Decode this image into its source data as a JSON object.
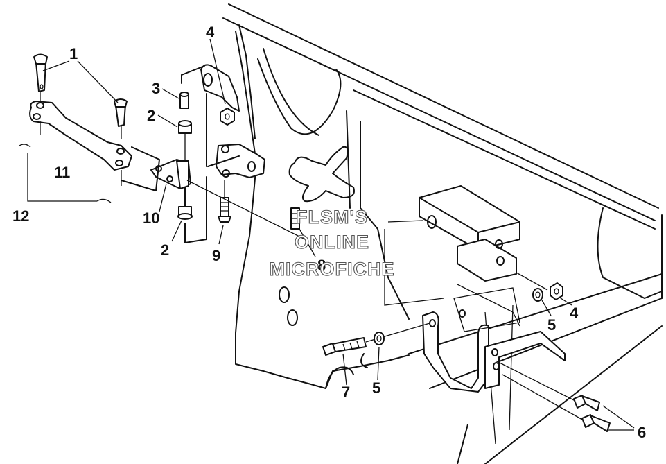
{
  "callouts": {
    "c1": "1",
    "c2a": "2",
    "c2b": "2",
    "c3": "3",
    "c4a": "4",
    "c4b": "4",
    "c5a": "5",
    "c5b": "5",
    "c6": "6",
    "c7": "7",
    "c8": "8",
    "c9": "9",
    "c10": "10",
    "c11": "11",
    "c12": "12"
  },
  "watermark": {
    "line1": "FLSM'S",
    "line2": "ONLINE",
    "line3": "MICROFICHE"
  }
}
